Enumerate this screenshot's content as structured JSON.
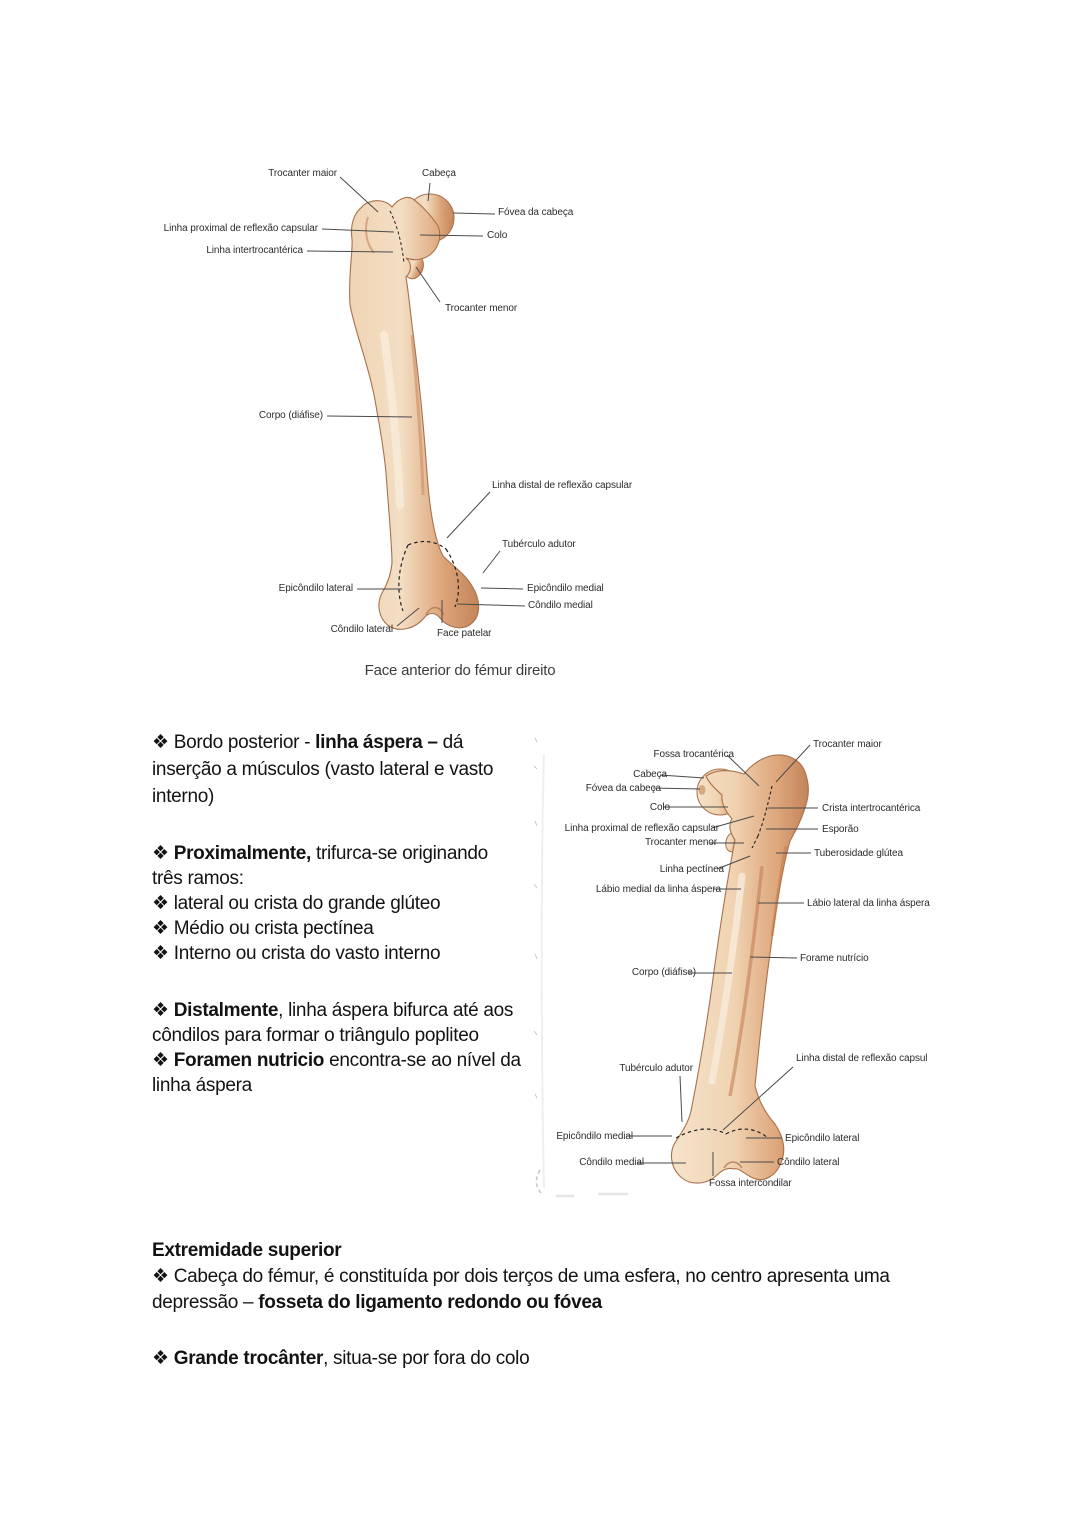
{
  "diagram1": {
    "caption": "Face anterior do fémur direito",
    "labels": {
      "trocanterMaior": "Trocanter maior",
      "cabeca": "Cabeça",
      "fovea": "Fóvea da cabeça",
      "linhaProximal": "Linha proximal de reflexão capsular",
      "colo": "Colo",
      "linhaIntertrocanterica": "Linha intertrocantérica",
      "trocanterMenor": "Trocanter menor",
      "corpo": "Corpo (diáfise)",
      "linhaDistal": "Linha distal de reflexão capsular",
      "tuberculoAdutor": "Tubérculo adutor",
      "epicondiloLateral": "Epicôndilo lateral",
      "epicondiloMedial": "Epicôndilo medial",
      "condiloMedial": "Côndilo medial",
      "condiloLateral": "Côndilo lateral",
      "facePatelar": "Face patelar"
    }
  },
  "diagram2": {
    "labels": {
      "fossaTrocanterica": "Fossa trocantérica",
      "trocanterMaior": "Trocanter maior",
      "cabeca": "Cabeça",
      "fovea": "Fóvea da cabeça",
      "colo": "Colo",
      "cristaIntertrocanterica": "Crista intertrocantérica",
      "linhaProximal": "Linha proximal de reflexão capsular",
      "esporao": "Esporão",
      "trocanterMenor": "Trocanter menor",
      "tuberosidadeGlutea": "Tuberosidade glútea",
      "linhaPectinea": "Linha pectínea",
      "labioMedial": "Lábio medial da linha áspera",
      "labioLateral": "Lábio lateral da linha áspera",
      "forameNutricio": "Forame nutrício",
      "corpo": "Corpo (diáfise)",
      "tuberculoAdutor": "Tubérculo adutor",
      "linhaDistal": "Linha distal de reflexão capsul",
      "epicondiloMedial": "Epicôndilo medial",
      "epicondiloLateral": "Epicôndilo lateral",
      "condiloMedial": "Côndilo medial",
      "condiloLateral": "Côndilo lateral",
      "fossaIntercondilar": "Fossa intercondilar"
    }
  },
  "body": {
    "p1a": "❖ Bordo posterior - ",
    "p1b": "linha áspera –",
    "p1c": " dá",
    "p1d": "inserção a músculos (vasto lateral e vasto",
    "p1e": "interno)",
    "p2a": "❖ ",
    "p2b": "Proximalmente,",
    "p2c": " trifurca-se originando",
    "p2d": "três ramos:",
    "p2e": "❖ lateral ou crista do grande glúteo",
    "p2f": "❖ Médio ou crista pectínea",
    "p2g": "❖ Interno ou crista do vasto interno",
    "p3a": "❖ ",
    "p3b": "Distalmente",
    "p3c": ", linha áspera bifurca até aos",
    "p3d": "côndilos para formar o triângulo popliteo",
    "p3e": "❖ ",
    "p3f": "Foramen nutricio",
    "p3g": " encontra-se ao nível da",
    "p3h": "linha áspera"
  },
  "bottom": {
    "heading": "Extremidade superior",
    "l1": "❖ Cabeça do fémur, é constituída por dois terços de uma esfera, no centro apresenta uma",
    "l2a": "depressão – ",
    "l2b": "fosseta do ligamento redondo ou fóvea",
    "l3a": "❖ ",
    "l3b": "Grande trocânter",
    "l3c": ", situa-se por fora do colo"
  },
  "colors": {
    "bone_light": "#f4ddc2",
    "bone_mid": "#e8bd93",
    "bone_dark": "#c98e62",
    "bone_outline": "#a9714b",
    "leader_line": "#4a4a4a",
    "text": "#141414"
  }
}
